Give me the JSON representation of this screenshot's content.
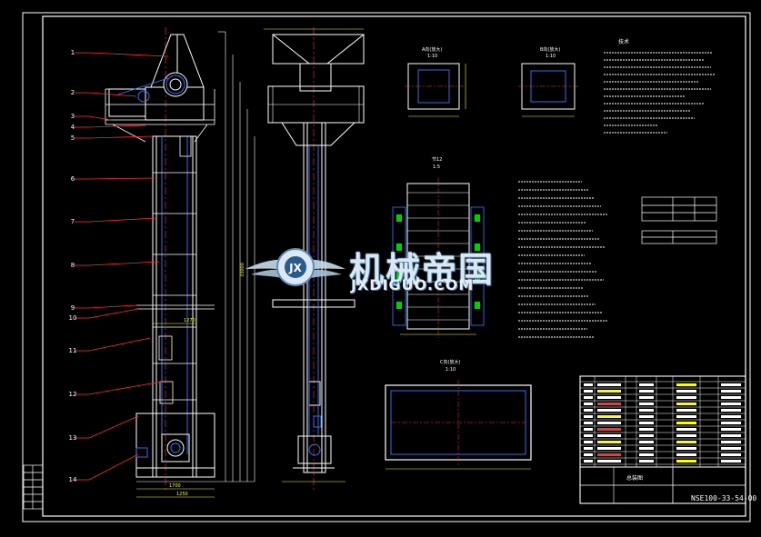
{
  "drawing": {
    "part_numbers": [
      "1",
      "2",
      "3",
      "4",
      "5",
      "6",
      "7",
      "8",
      "9",
      "10",
      "11",
      "12",
      "13",
      "14"
    ],
    "view_labels": {
      "view_a": "A向(放大)",
      "view_a_scale": "1:10",
      "view_b": "B向(放大)",
      "view_b_scale": "1:10",
      "view_c": "C向(放大)",
      "view_c_scale": "1:10",
      "section": "节12",
      "section_scale": "1:5"
    },
    "dimensions": {
      "bottom_width": "1700",
      "side_width": "1250",
      "overall_height": "33000",
      "mid_width": "1270"
    },
    "notes_title": "技术",
    "title_block": {
      "drawing_number": "NSE100-33-54-00",
      "name": "总装图"
    }
  },
  "watermark": {
    "brand": "机械帝国",
    "url": "JXDIGUO.COM",
    "badge": "JX"
  },
  "colors": {
    "background": "#000000",
    "frame": "#ffffff",
    "leader": "#ff2a2a",
    "centerline": "#ff3333",
    "dimension": "#ffff00",
    "hatch_green": "#00d000",
    "outline_blue": "#3a78ff"
  }
}
